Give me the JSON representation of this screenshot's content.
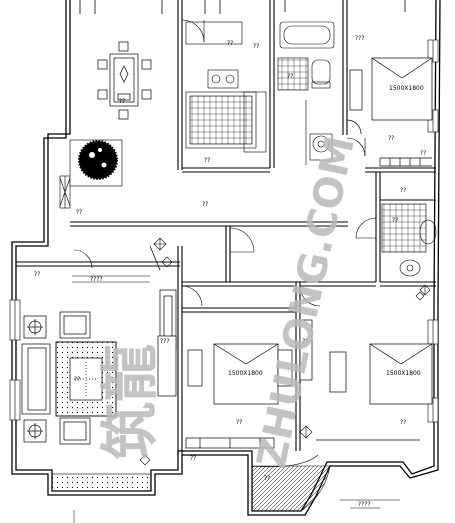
{
  "labels": {
    "dining": "??",
    "kitchen_top": "??",
    "kitchen_side": "??",
    "kitchen": "??",
    "bath_top": "??",
    "bath_right": "???",
    "bedroom_ne": "??",
    "bedroom_ne_bath_sign": "??",
    "bed_ne_size": "1500X1800",
    "hall_left": "??",
    "hall_center": "??",
    "living_top": "??",
    "living_rule": "????",
    "living_rug": "??",
    "balcony_left": "??",
    "bed_mid_size": "1500X1800",
    "bedroom_mid": "??",
    "bedroom_mid_door": "???",
    "bed_right_size": "1500X1800",
    "bedroom_right": "??",
    "bedroom_right_door": "??",
    "balcony_bottom": "??",
    "right_rule": "????",
    "entry_door": "??"
  },
  "watermark": {
    "line1": "筑龍",
    "line2": "ZHULONG.COM"
  },
  "colors": {
    "line": "#000000",
    "watermark": "#b9b9b9"
  }
}
